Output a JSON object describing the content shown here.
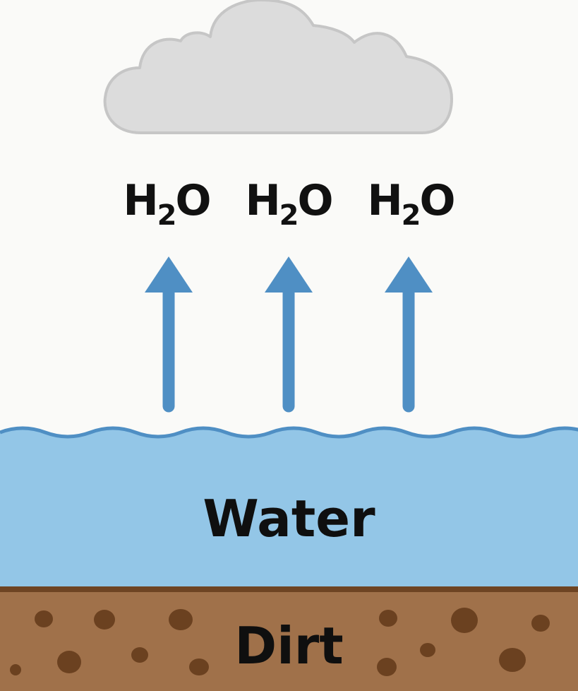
{
  "labels": {
    "water": "Water",
    "dirt": "Dirt"
  },
  "molecules": [
    {
      "base": "H",
      "subscript": "2",
      "tail": "O"
    },
    {
      "base": "H",
      "subscript": "2",
      "tail": "O"
    },
    {
      "base": "H",
      "subscript": "2",
      "tail": "O"
    }
  ],
  "colors": {
    "background": "#fafaf8",
    "cloud_fill": "#dcdcdc",
    "cloud_stroke": "#c6c6c6",
    "arrow": "#4f8fc4",
    "water": "#93c6e7",
    "water_surface": "#4f8fc4",
    "soil": "#a0714a",
    "soil_top": "#6e4423",
    "soil_spots": "#6b4120",
    "text": "#111111"
  },
  "icons": {
    "cloud": "cloud-icon",
    "arrow": "arrow-up-icon"
  }
}
